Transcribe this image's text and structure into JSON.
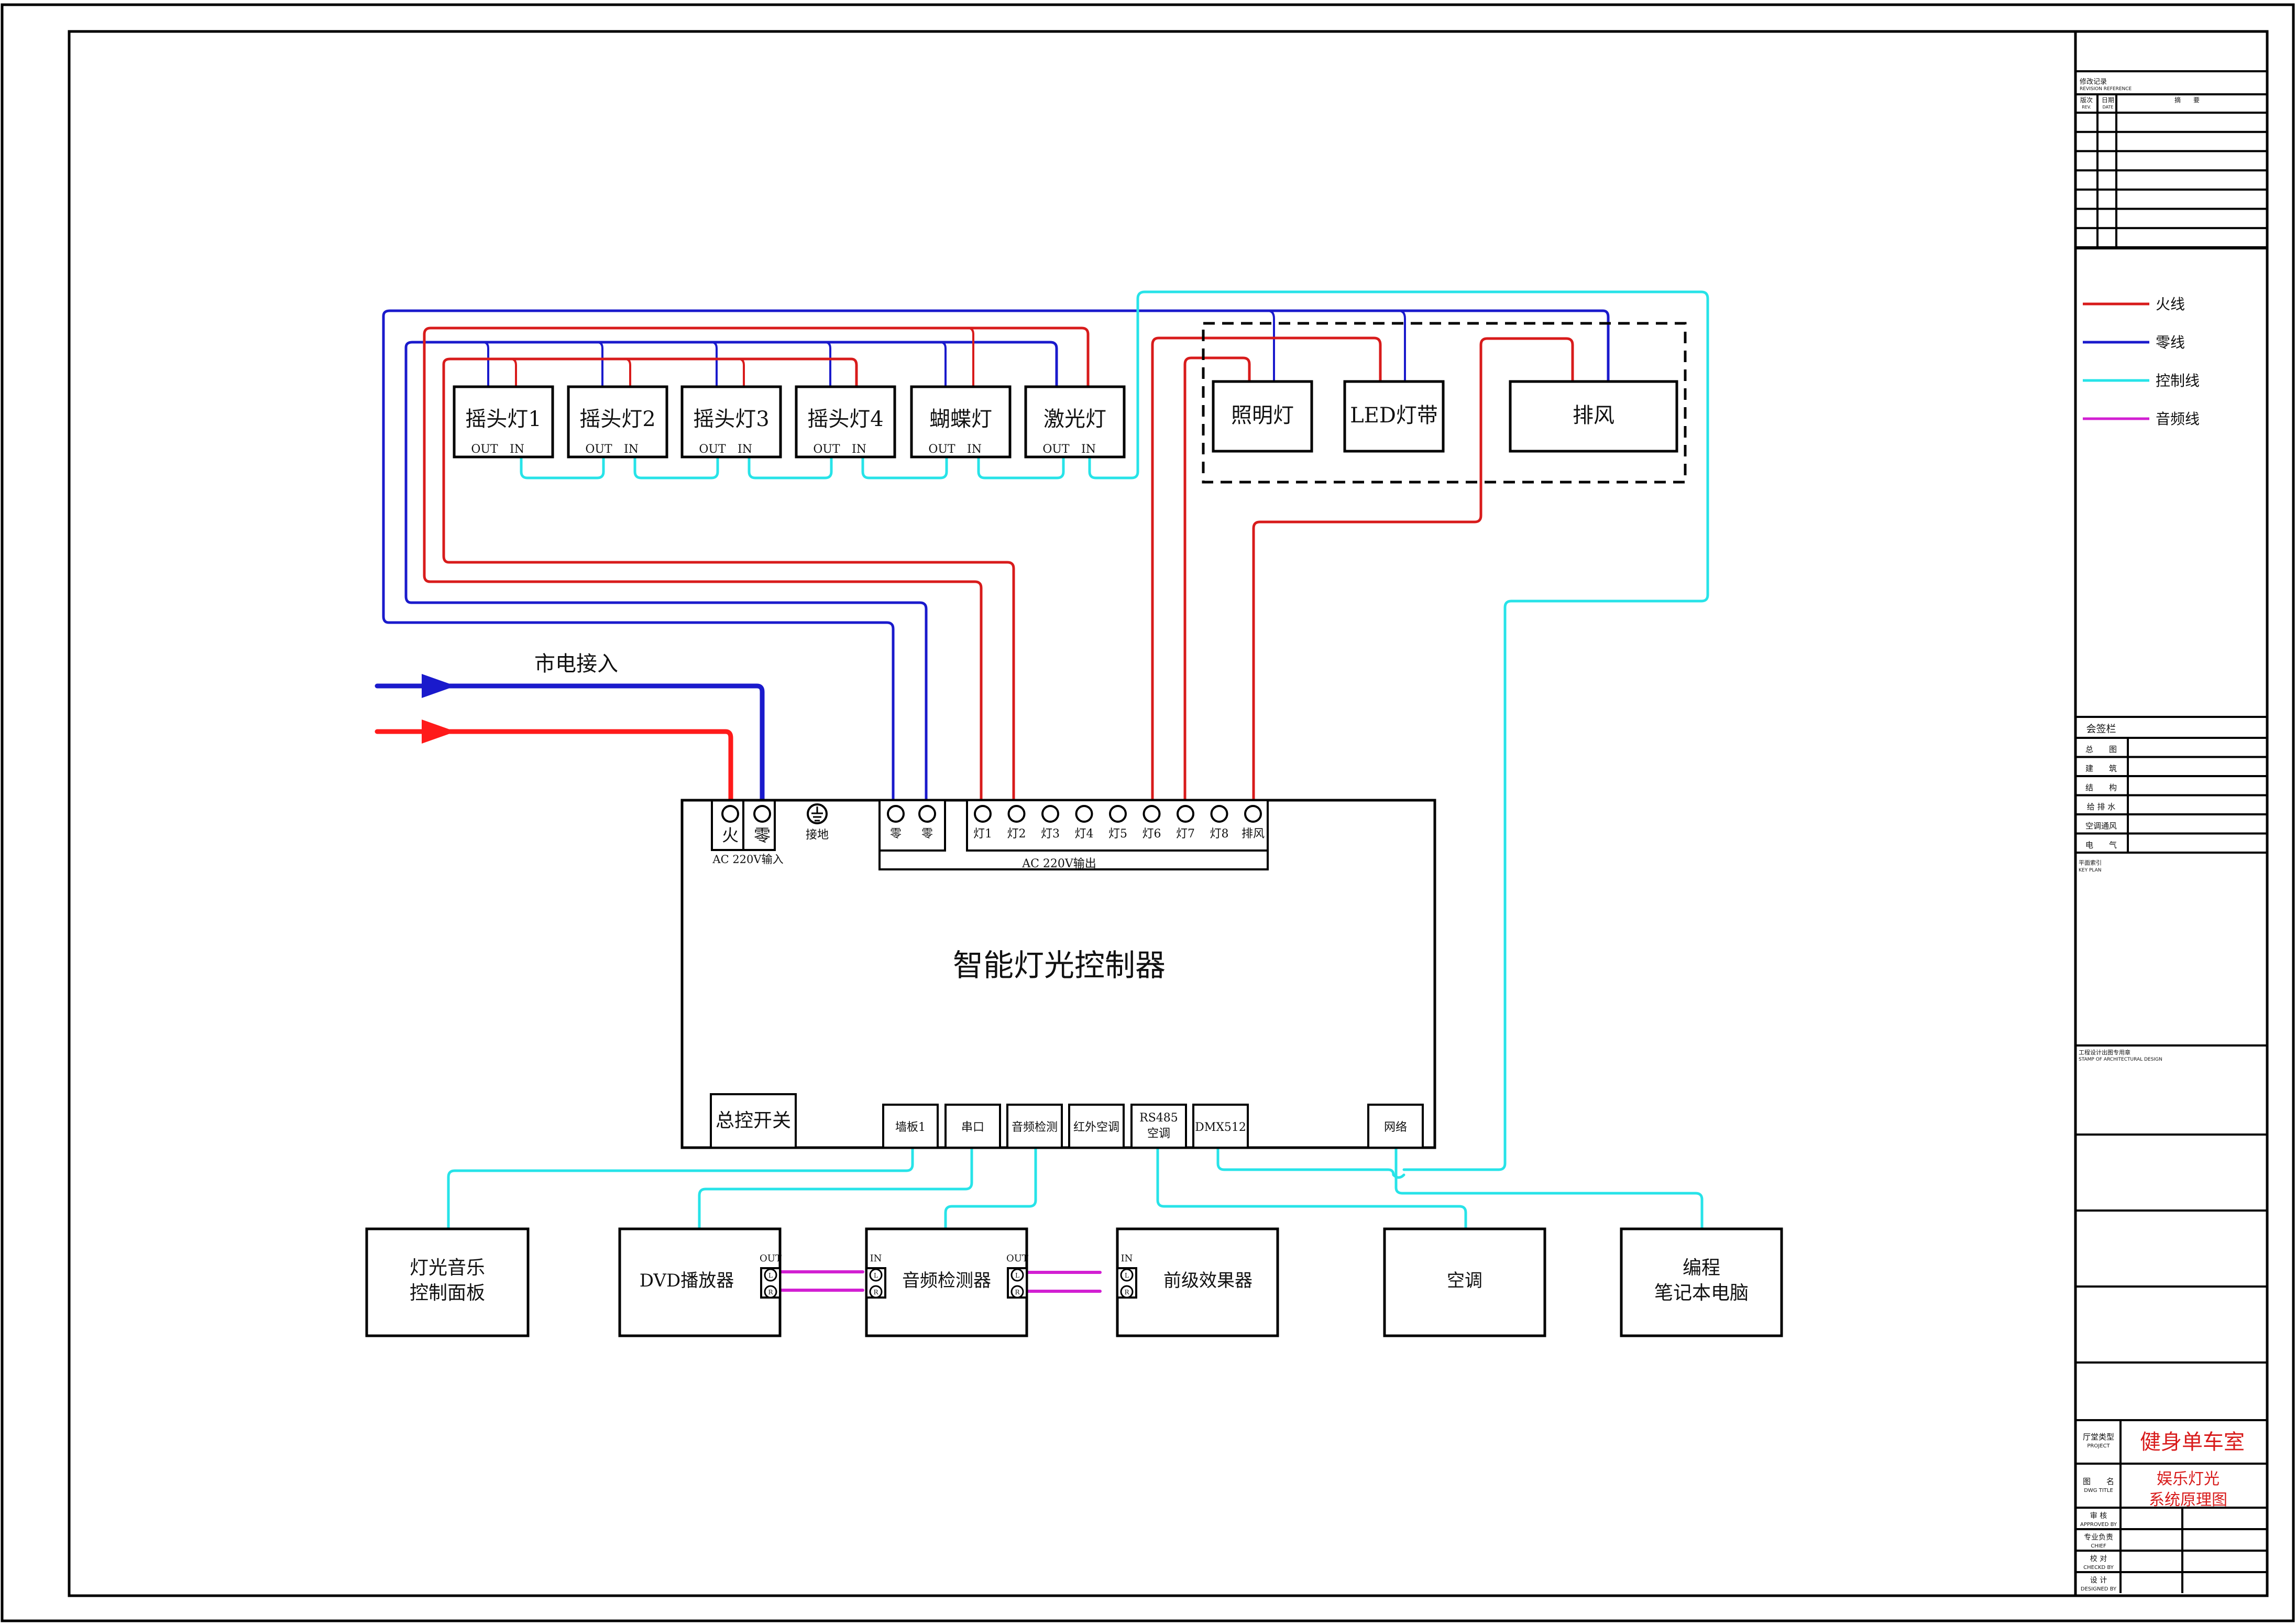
{
  "diagram": {
    "title": "智能灯光控制器",
    "mains_label": "市电接入",
    "colors": {
      "live": "#d81b1b",
      "neutral": "#1a1acc",
      "control": "#27e3e8",
      "audio": "#d21fd2",
      "border": "#000000"
    },
    "controller": {
      "label": "智能灯光控制器",
      "input_group": {
        "terminals": [
          "火",
          "零"
        ],
        "caption": "AC 220V输入"
      },
      "ground": {
        "label": "接地"
      },
      "output_group": {
        "neutral_terminals": [
          "零",
          "零"
        ],
        "channel_terminals": [
          "灯1",
          "灯2",
          "灯3",
          "灯4",
          "灯5",
          "灯6",
          "灯7",
          "灯8",
          "排风"
        ],
        "caption": "AC 220V输出"
      },
      "master_switch": "总控开关",
      "ports": [
        {
          "label": "墙板1"
        },
        {
          "label": "串口"
        },
        {
          "label": "音频检测"
        },
        {
          "label": "红外空调"
        },
        {
          "label": "RS485",
          "label2": "空调"
        },
        {
          "label": "DMX512"
        },
        {
          "label": "网络"
        }
      ]
    },
    "fixtures_top": [
      {
        "label": "摇头灯1",
        "out": "OUT",
        "in": "IN"
      },
      {
        "label": "摇头灯2",
        "out": "OUT",
        "in": "IN"
      },
      {
        "label": "摇头灯3",
        "out": "OUT",
        "in": "IN"
      },
      {
        "label": "摇头灯4",
        "out": "OUT",
        "in": "IN"
      },
      {
        "label": "蝴蝶灯",
        "out": "OUT",
        "in": "IN"
      },
      {
        "label": "激光灯",
        "out": "OUT",
        "in": "IN"
      }
    ],
    "fixtures_right": [
      {
        "label": "照明灯"
      },
      {
        "label": "LED灯带"
      },
      {
        "label": "排风"
      }
    ],
    "devices_bottom": [
      {
        "label": "灯光音乐",
        "label2": "控制面板"
      },
      {
        "label": "DVD播放器",
        "port_label": "OUT",
        "jacks": [
          "L",
          "R"
        ]
      },
      {
        "label": "音频检测器",
        "in_label": "IN",
        "out_label": "OUT",
        "jacks": [
          "L",
          "R"
        ]
      },
      {
        "label": "前级效果器",
        "in_label": "IN",
        "jacks": [
          "L",
          "R"
        ]
      },
      {
        "label": "空调"
      },
      {
        "label": "编程",
        "label2": "笔记本电脑"
      }
    ]
  },
  "legend": [
    {
      "label": "火线",
      "color": "#d81b1b"
    },
    {
      "label": "零线",
      "color": "#1a1acc"
    },
    {
      "label": "控制线",
      "color": "#27e3e8"
    },
    {
      "label": "音频线",
      "color": "#d21fd2"
    }
  ],
  "title_block": {
    "revision": {
      "title_cn": "修改记录",
      "title_en": "REVISION REFERENCE",
      "col_rev_cn": "版次",
      "col_rev_en": "REV.",
      "col_date_cn": "日期",
      "col_date_en": "DATE",
      "col_summary": "摘　　要"
    },
    "countersign": {
      "title": "会签栏",
      "rows": [
        "总　　图",
        "建　　筑",
        "结　　构",
        "给 排 水",
        "空调通风",
        "电　　气"
      ]
    },
    "key_plan": {
      "cn": "平面索引",
      "en": "KEY PLAN"
    },
    "stamp": {
      "cn": "工程设计出图专用章",
      "en": "STAMP OF ARCHITECTURAL DESIGN"
    },
    "project": {
      "label_cn": "厅堂类型",
      "label_en": "PROJECT",
      "value": "健身单车室"
    },
    "drawing_title": {
      "label_cn": "图　　名",
      "label_en": "DWG TITLE",
      "value_line1": "娱乐灯光",
      "value_line2": "系统原理图"
    },
    "signatures": [
      {
        "cn": "审 核",
        "en": "APPROVED BY"
      },
      {
        "cn": "专业负责",
        "en": "CHIEF"
      },
      {
        "cn": "校 对",
        "en": "CHECKD BY"
      },
      {
        "cn": "设 计",
        "en": "DESIGNED BY"
      }
    ]
  }
}
